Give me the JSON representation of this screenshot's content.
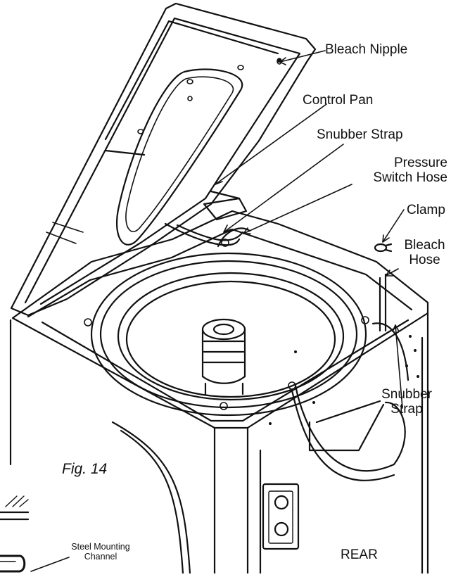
{
  "labels": {
    "bleach_nipple": "Bleach Nipple",
    "control_pan": "Control Pan",
    "snubber_strap_top": "Snubber Strap",
    "pressure_switch_hose_line1": "Pressure",
    "pressure_switch_hose_line2": "Switch Hose",
    "clamp": "Clamp",
    "bleach_hose_line1": "Bleach",
    "bleach_hose_line2": "Hose",
    "snubber_strap_side_line1": "Snubber",
    "snubber_strap_side_line2": "Strap",
    "figure": "Fig. 14",
    "steel_mounting_line1": "Steel Mounting",
    "steel_mounting_line2": "Channel",
    "rear": "REAR"
  },
  "colors": {
    "ink": "#111111",
    "paper": "#ffffff"
  }
}
